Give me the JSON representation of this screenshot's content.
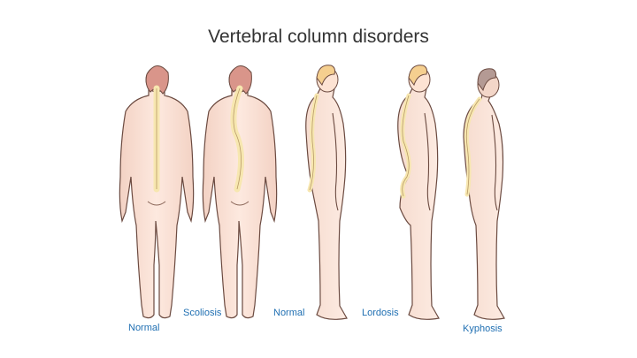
{
  "title": "Vertebral column disorders",
  "label_color": "#1f6fb2",
  "labels": {
    "normal_back": "Normal",
    "scoliosis": "Scoliosis",
    "normal_side": "Normal",
    "lordosis": "Lordosis",
    "kyphosis": "Kyphosis"
  }
}
